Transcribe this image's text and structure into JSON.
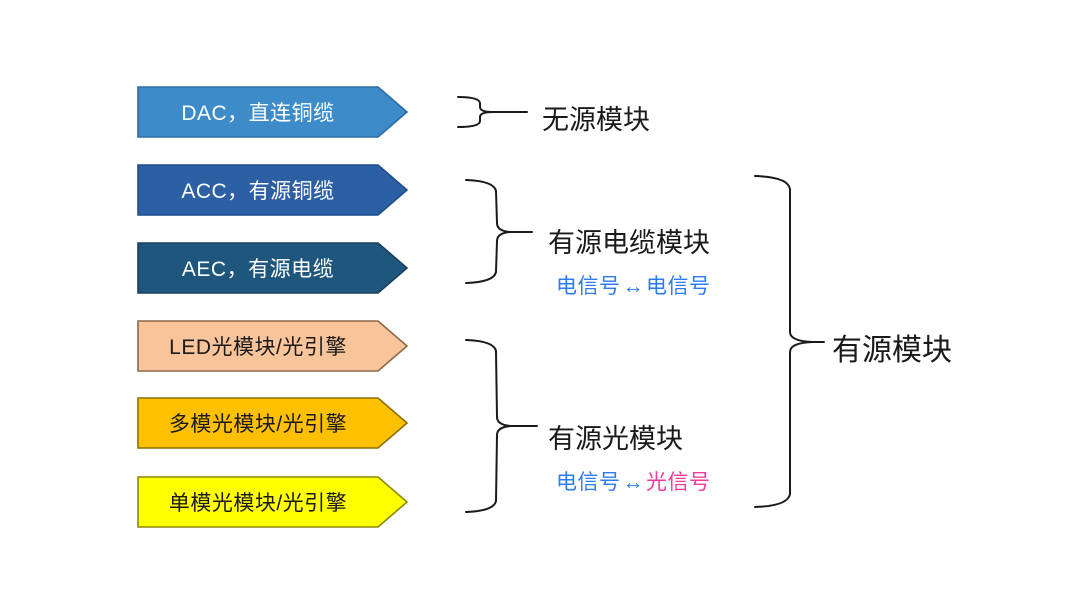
{
  "banners": [
    {
      "label": "DAC，直连铜缆",
      "fill": "#3D8CC9",
      "stroke": "#2B6CA6",
      "text_color": "#FFFFFF"
    },
    {
      "label": "ACC，有源铜缆",
      "fill": "#2D5FA4",
      "stroke": "#1F4E8C",
      "text_color": "#FFFFFF"
    },
    {
      "label": "AEC，有源电缆",
      "fill": "#1F567E",
      "stroke": "#16405E",
      "text_color": "#FFFFFF"
    },
    {
      "label": "LED光模块/光引擎",
      "fill": "#F9C499",
      "stroke": "#8A6A4A",
      "text_color": "#1A1A1A"
    },
    {
      "label": "多模光模块/光引擎",
      "fill": "#FFC000",
      "stroke": "#8A7000",
      "text_color": "#1A1A1A"
    },
    {
      "label": "单模光模块/光引擎",
      "fill": "#FFFF00",
      "stroke": "#8A8A00",
      "text_color": "#1A1A1A"
    }
  ],
  "groups": {
    "passive": {
      "label": "无源模块"
    },
    "active_cable": {
      "label": "有源电缆模块",
      "signal": {
        "left": "电信号",
        "arrow": "↔",
        "right": "电信号"
      }
    },
    "active_optical": {
      "label": "有源光模块",
      "signal": {
        "left": "电信号",
        "arrow": "↔",
        "right": "光信号"
      }
    },
    "active": {
      "label": "有源模块"
    }
  },
  "colors": {
    "background": "#FFFFFF",
    "brace": "#1A1A1A",
    "electrical_signal_text": "#2B7CF0",
    "optical_signal_text": "#F5399C"
  }
}
